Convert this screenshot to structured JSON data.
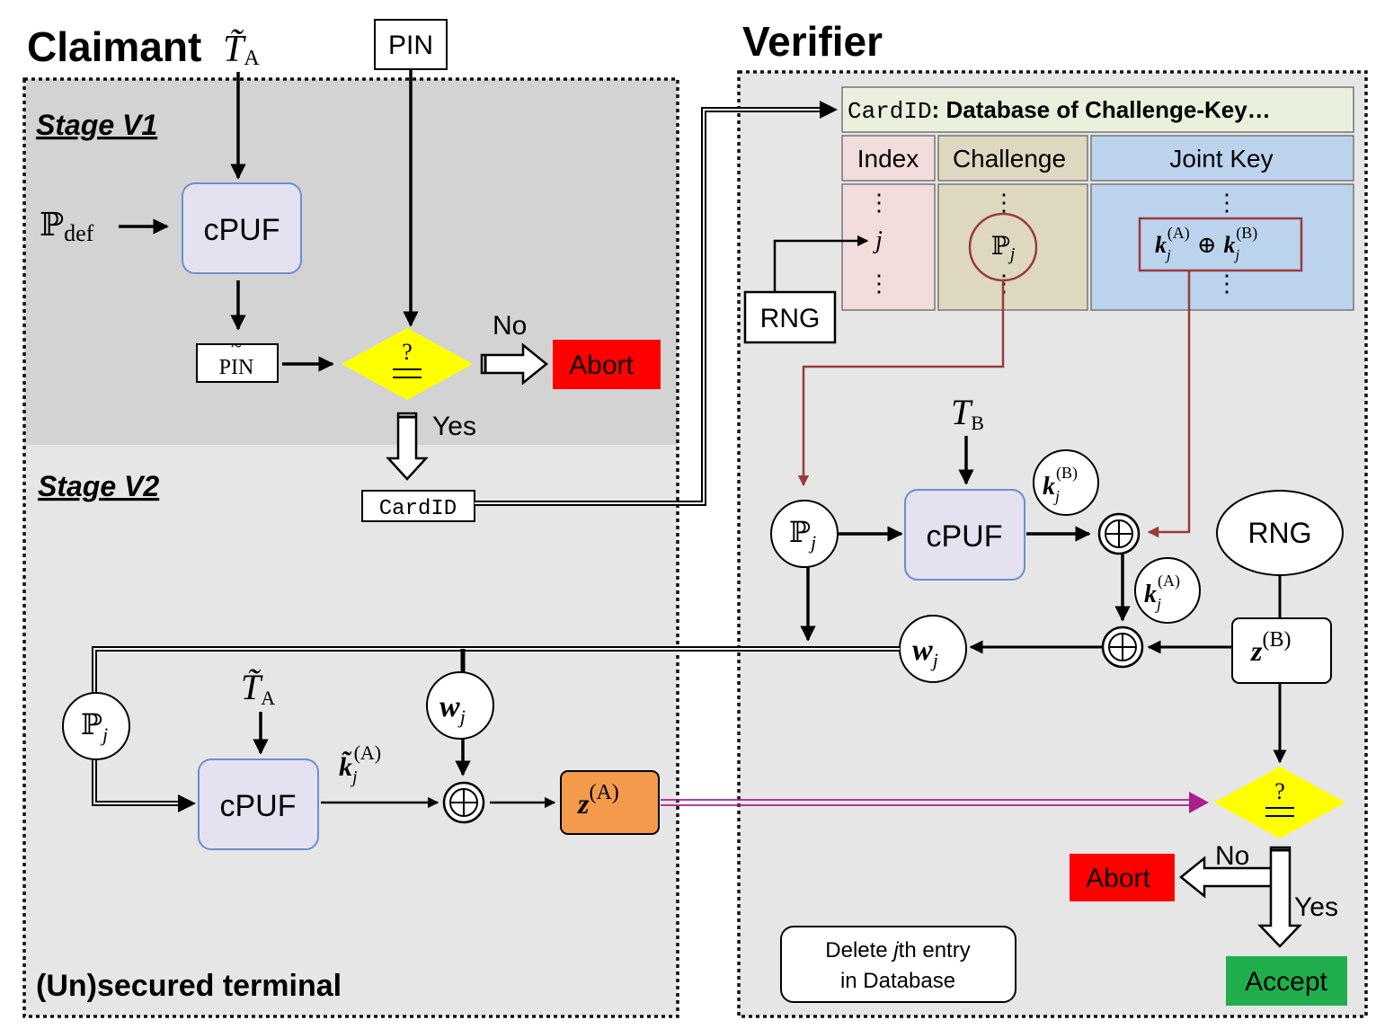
{
  "headers": {
    "claimant": "Claimant",
    "claimant_symbol": "T̃",
    "claimant_symbol_sub": "A",
    "verifier": "Verifier"
  },
  "claimant_panel": {
    "stage_v1": "Stage V1",
    "stage_v2": "Stage V2",
    "footer": "(Un)secured terminal",
    "pin_input": "PIN",
    "pdef": "ℙ",
    "pdef_sub": "def",
    "cpuf_top": "cPUF",
    "pin_tilde": "PIN",
    "compare_symbol": "?",
    "no_label": "No",
    "yes_label": "Yes",
    "abort": "Abort",
    "card_id": "CardID",
    "t_a_lower": "T̃",
    "t_a_lower_sub": "A",
    "p_j": "ℙ",
    "p_j_sub": "j",
    "cpuf_bottom": "cPUF",
    "k_tilde": "k̃",
    "k_tilde_sub": "j",
    "k_tilde_sup": "(A)",
    "w_j": "w",
    "w_j_sub": "j",
    "z_a": "z",
    "z_a_sup": "(A)"
  },
  "verifier_panel": {
    "db_title_code": "CardID",
    "db_title_text": ": Database of Challenge-Key…",
    "col_index": "Index",
    "col_challenge": "Challenge",
    "col_joint_key": "Joint Key",
    "dots": "⋮",
    "index_j": "j",
    "challenge_p": "ℙ",
    "challenge_p_sub": "j",
    "joint_key_a": "k",
    "joint_key_a_sub": "j",
    "joint_key_a_sup": "(A)",
    "xor_symbol": "⊕",
    "joint_key_b": "k",
    "joint_key_b_sub": "j",
    "joint_key_b_sup": "(B)",
    "rng_top": "RNG",
    "t_b": "T",
    "t_b_sub": "B",
    "p_j": "ℙ",
    "p_j_sub": "j",
    "cpuf": "cPUF",
    "k_b": "k",
    "k_b_sub": "j",
    "k_b_sup": "(B)",
    "k_a": "k",
    "k_a_sub": "j",
    "k_a_sup": "(A)",
    "rng_right": "RNG",
    "z_b": "z",
    "z_b_sup": "(B)",
    "w_j": "w",
    "w_j_sub": "j",
    "compare_symbol": "?",
    "no_label": "No",
    "yes_label": "Yes",
    "abort": "Abort",
    "accept": "Accept",
    "delete_line1_pre": "Delete ",
    "delete_line1_j": "j",
    "delete_line1_post": "th entry",
    "delete_line2": "in Database"
  },
  "colors": {
    "stage_v1_bg": "#d3d3d3",
    "panel_bg": "#e6e6e6",
    "cpuf_fill": "#e4e1f0",
    "cpuf_stroke": "#6a8fd0",
    "compare_fill": "#ffff00",
    "abort_fill": "#ff0000",
    "accept_fill": "#1fae4b",
    "z_a_fill": "#f39a4c",
    "index_fill": "#f2dcdc",
    "challenge_fill": "#ddd8bf",
    "joint_key_fill": "#bcd3ee",
    "db_title_fill": "#e9f0dc",
    "dark_red": "#9a3a3a",
    "purple": "#a8208c"
  }
}
